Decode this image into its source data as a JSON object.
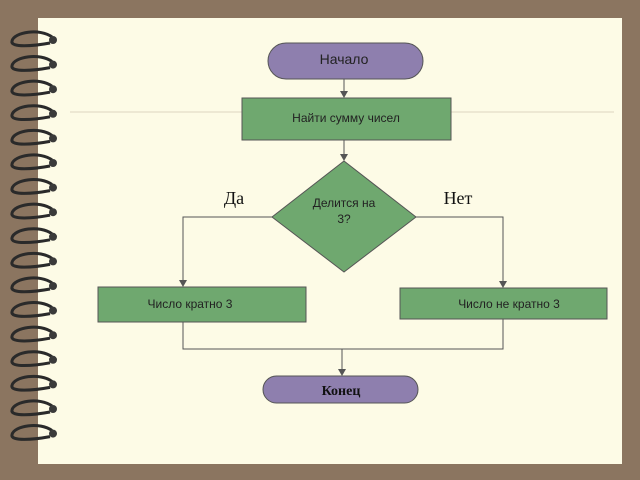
{
  "flowchart": {
    "start": {
      "label": "Начало"
    },
    "process": {
      "label": "Найти сумму чисел"
    },
    "decision": {
      "line1": "Делится на",
      "line2": "3?"
    },
    "branch_yes": {
      "label": "Да",
      "result": "Число кратно 3"
    },
    "branch_no": {
      "label": "Нет",
      "result": "Число не кратно 3"
    },
    "end": {
      "label": "Конец"
    }
  },
  "colors": {
    "frame_background": "#8b7560",
    "paper": "#fdfbe6",
    "terminal_fill": "#8e7fae",
    "process_fill": "#6fa86f",
    "connector": "#555555",
    "spiral_ring": "#2a2a2a"
  }
}
